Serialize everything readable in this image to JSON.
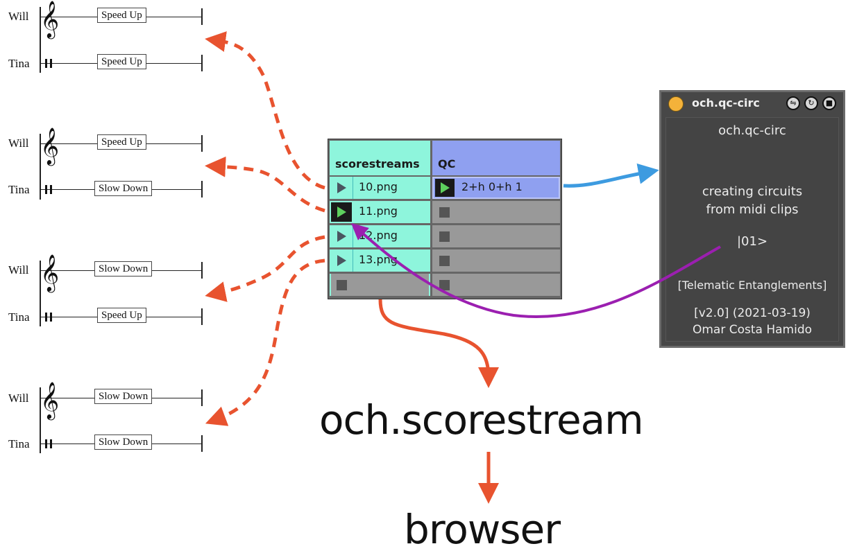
{
  "systems": [
    {
      "top": {
        "name": "Will",
        "cue": "Speed Up"
      },
      "bottom": {
        "name": "Tina",
        "cue": "Speed Up"
      }
    },
    {
      "top": {
        "name": "Will",
        "cue": "Speed Up"
      },
      "bottom": {
        "name": "Tina",
        "cue": "Slow Down"
      }
    },
    {
      "top": {
        "name": "Will",
        "cue": "Slow Down"
      },
      "bottom": {
        "name": "Tina",
        "cue": "Speed Up"
      }
    },
    {
      "top": {
        "name": "Will",
        "cue": "Slow Down"
      },
      "bottom": {
        "name": "Tina",
        "cue": "Slow Down"
      }
    }
  ],
  "clip_grid": {
    "columns": [
      "scorestreams",
      "QC"
    ],
    "scorestreams_clips": [
      "10.png",
      "11.png",
      "12.png",
      "13.png"
    ],
    "qc_clip": "2+h 0+h 1"
  },
  "device": {
    "title": "och.qc-circ",
    "header": "och.qc-circ",
    "line1": "creating circuits",
    "line2": "from midi clips",
    "state": "|01>",
    "project": "[Telematic Entanglements]",
    "version": "[v2.0] (2021-03-19)",
    "author": "Omar Costa Hamido"
  },
  "labels": {
    "scorestream": "och.scorestream",
    "browser": "browser"
  },
  "colors": {
    "red_arrows": "#e8532f",
    "blue_arrow": "#3d9be0",
    "purple_arrow": "#9b1fb0",
    "clip_cyan": "#8ef5dc",
    "qc_header": "#8fa0f0",
    "device_power": "#f4b23a"
  }
}
